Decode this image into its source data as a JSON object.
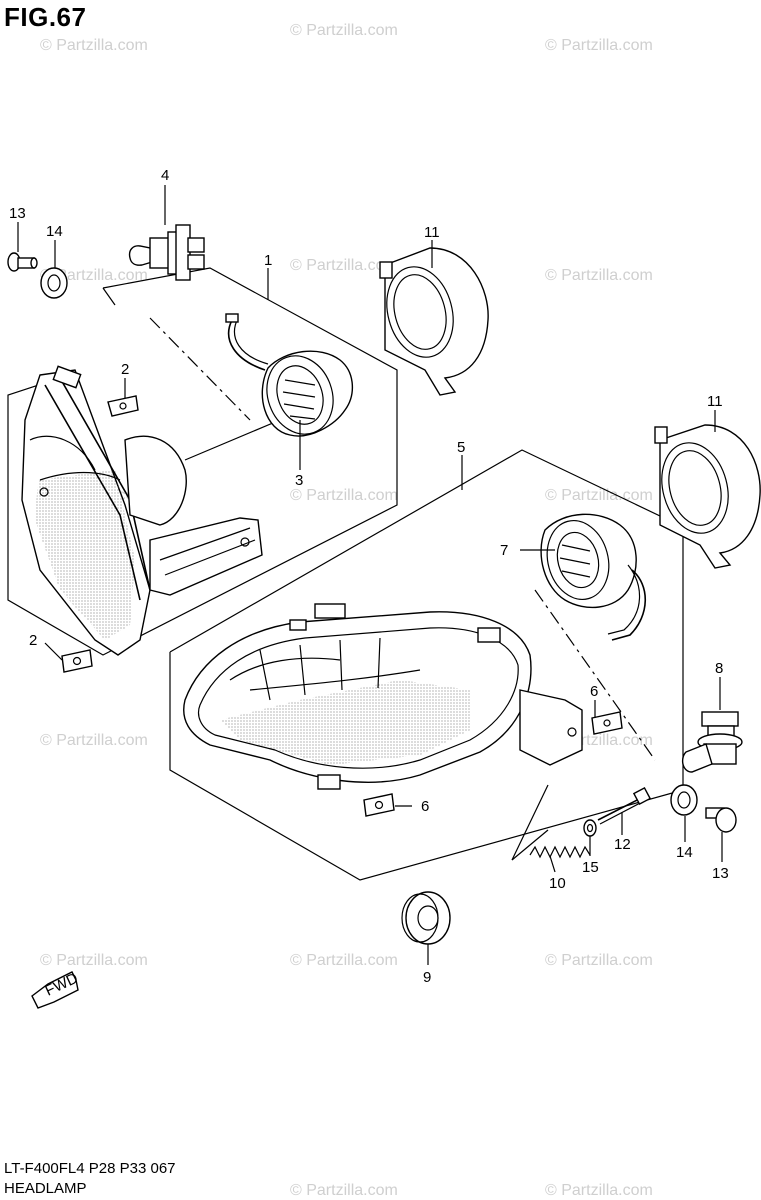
{
  "header": {
    "figure_label": "FIG.67"
  },
  "footer": {
    "model_code": "LT-F400FL4  P28  P33  067",
    "section_name": "HEADLAMP"
  },
  "watermark": {
    "text": "© Partzilla.com",
    "color": "#cfcfcf"
  },
  "fwd_marker": {
    "text": "FWD"
  },
  "callouts": [
    {
      "id": "c1",
      "label": "1"
    },
    {
      "id": "c2a",
      "label": "2"
    },
    {
      "id": "c2b",
      "label": "2"
    },
    {
      "id": "c3",
      "label": "3"
    },
    {
      "id": "c4",
      "label": "4"
    },
    {
      "id": "c5",
      "label": "5"
    },
    {
      "id": "c6a",
      "label": "6"
    },
    {
      "id": "c6b",
      "label": "6"
    },
    {
      "id": "c7",
      "label": "7"
    },
    {
      "id": "c8",
      "label": "8"
    },
    {
      "id": "c9",
      "label": "9"
    },
    {
      "id": "c10",
      "label": "10"
    },
    {
      "id": "c11a",
      "label": "11"
    },
    {
      "id": "c11b",
      "label": "11"
    },
    {
      "id": "c12",
      "label": "12"
    },
    {
      "id": "c13a",
      "label": "13"
    },
    {
      "id": "c13b",
      "label": "13"
    },
    {
      "id": "c14a",
      "label": "14"
    },
    {
      "id": "c14b",
      "label": "14"
    },
    {
      "id": "c15",
      "label": "15"
    }
  ]
}
